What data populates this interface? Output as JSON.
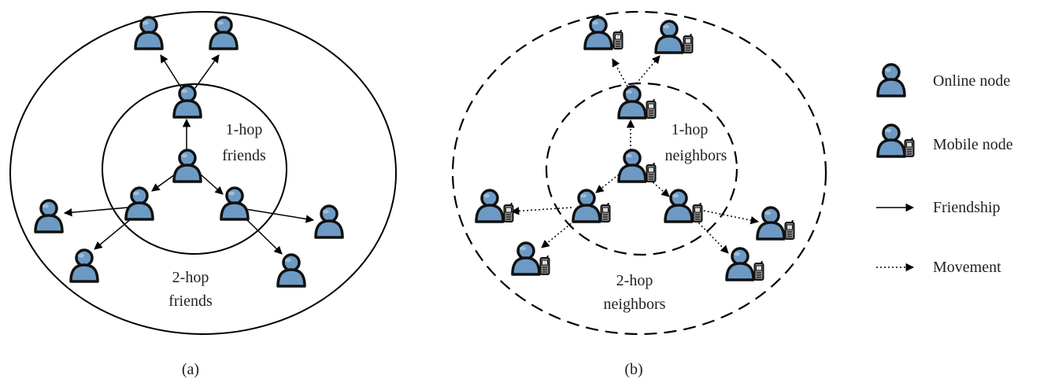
{
  "panel_a": {
    "inner_label": [
      "1-hop",
      "friends"
    ],
    "outer_label": [
      "2-hop",
      "friends"
    ],
    "caption": "(a)"
  },
  "panel_b": {
    "inner_label": [
      "1-hop",
      "neighbors"
    ],
    "outer_label": [
      "2-hop",
      "neighbors"
    ],
    "caption": "(b)"
  },
  "legend": {
    "items": [
      {
        "icon": "person-icon",
        "label": "Online node"
      },
      {
        "icon": "person-phone-icon",
        "label": "Mobile node"
      },
      {
        "icon": "solid-arrow",
        "label": "Friendship"
      },
      {
        "icon": "dotted-arrow",
        "label": "Movement"
      }
    ]
  },
  "colors": {
    "node_fill": "#6d9ac4",
    "node_stroke": "#111111",
    "phone_fill": "#7f7f7f",
    "line": "#000000"
  }
}
